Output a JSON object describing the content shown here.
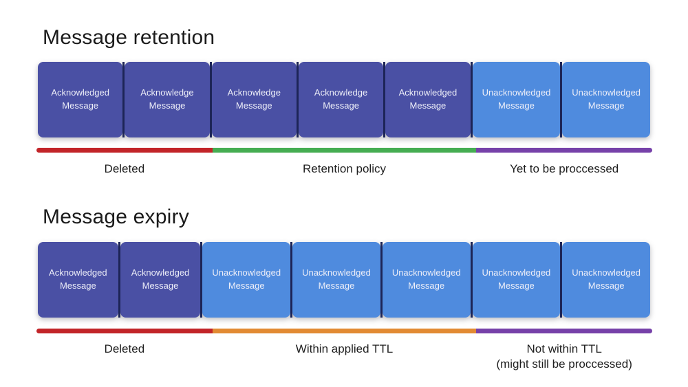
{
  "colors": {
    "background": "#ffffff",
    "box_acknowledged": "#4a50a4",
    "box_unacknowledged": "#4f8bde",
    "box_divider": "#1d2557",
    "box_text": "#edeef8",
    "deleted_red": "#c22428",
    "retention_green": "#45ad52",
    "ttl_orange": "#e28a33",
    "pending_purple": "#7641a9",
    "title_text": "#1b1b1b",
    "label_text": "#1f1f1f"
  },
  "sections": [
    {
      "title": "Message retention",
      "boxes": [
        {
          "label": "Acknowledged Message",
          "type": "acknowledged"
        },
        {
          "label": "Acknowledge Message",
          "type": "acknowledged"
        },
        {
          "label": "Acknowledge Message",
          "type": "acknowledged"
        },
        {
          "label": "Acknowledge Message",
          "type": "acknowledged"
        },
        {
          "label": "Acknowledged Message",
          "type": "acknowledged"
        },
        {
          "label": "Unacknowledged Message",
          "type": "unacknowledged"
        },
        {
          "label": "Unacknowledged Message",
          "type": "unacknowledged"
        }
      ],
      "timeline": [
        {
          "label": "Deleted",
          "color": "#c22428",
          "span_boxes": 2
        },
        {
          "label": "Retention policy",
          "color": "#45ad52",
          "span_boxes": 3
        },
        {
          "label": "Yet to be proccessed",
          "color": "#7641a9",
          "span_boxes": 2
        }
      ]
    },
    {
      "title": "Message expiry",
      "boxes": [
        {
          "label": "Acknowledged Message",
          "type": "acknowledged"
        },
        {
          "label": "Acknowledged Message",
          "type": "acknowledged"
        },
        {
          "label": "Unacknowledged Message",
          "type": "unacknowledged"
        },
        {
          "label": "Unacknowledged Message",
          "type": "unacknowledged"
        },
        {
          "label": "Unacknowledged Message",
          "type": "unacknowledged"
        },
        {
          "label": "Unacknowledged Message",
          "type": "unacknowledged"
        },
        {
          "label": "Unacknowledged Message",
          "type": "unacknowledged"
        }
      ],
      "timeline": [
        {
          "label": "Deleted",
          "color": "#c22428",
          "span_boxes": 2
        },
        {
          "label": "Within applied TTL",
          "color": "#e28a33",
          "span_boxes": 3
        },
        {
          "label": "Not within TTL",
          "label2": "(might still be proccessed)",
          "color": "#7641a9",
          "span_boxes": 2
        }
      ]
    }
  ]
}
